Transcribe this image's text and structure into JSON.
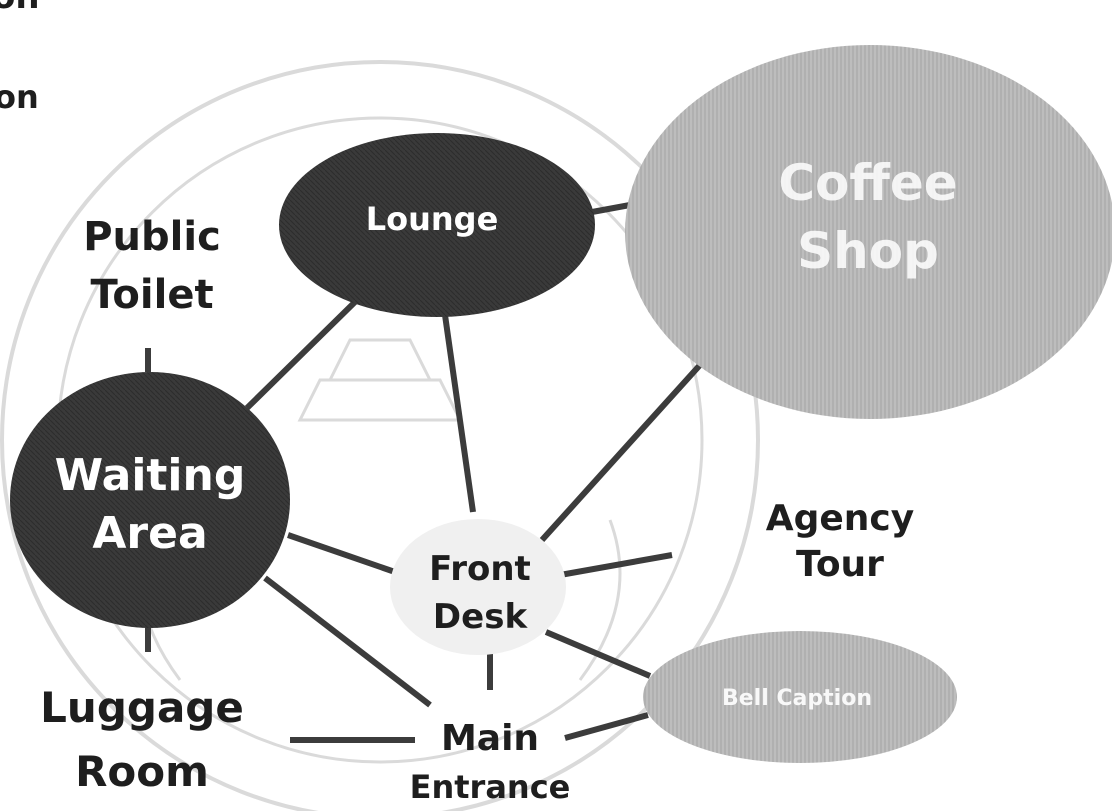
{
  "header_fragments": {
    "top": "on",
    "side": "on"
  },
  "nodes": {
    "lounge": {
      "label": "Lounge"
    },
    "coffee_shop": {
      "line1": "Coffee",
      "line2": "Shop"
    },
    "public_toilet": {
      "line1": "Public",
      "line2": "Toilet"
    },
    "waiting_area": {
      "line1": "Waiting",
      "line2": "Area"
    },
    "front_desk": {
      "line1": "Front",
      "line2": "Desk"
    },
    "agency_tour": {
      "line1": "Agency",
      "line2": "Tour"
    },
    "bell_caption": {
      "label": "Bell Caption"
    },
    "luggage_room": {
      "line1": "Luggage",
      "line2": "Room"
    },
    "main_entrance": {
      "line1": "Main",
      "line2": "Entrance"
    }
  },
  "colors": {
    "dark_node": "#3a3a3a",
    "gray_node": "#b4b4b4",
    "light_node": "#f2f2f2",
    "connector": "#3c3c3c",
    "watermark": "#d8d8d8"
  }
}
